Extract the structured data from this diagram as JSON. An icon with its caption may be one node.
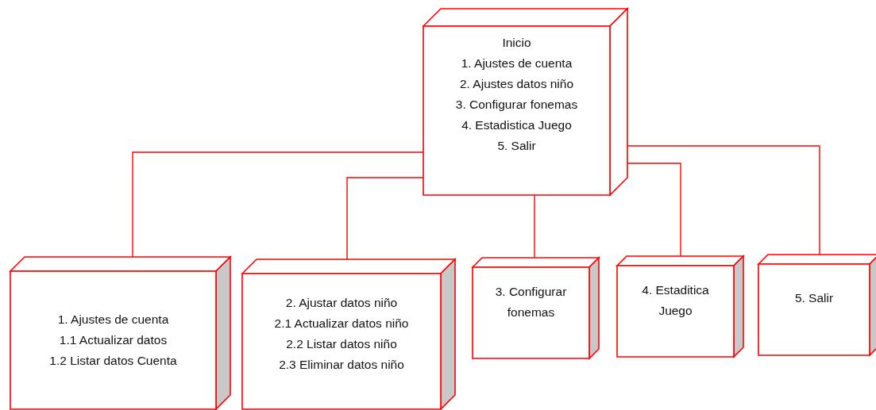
{
  "diagram": {
    "nodes": [
      {
        "text": [
          "Inicio",
          "1. Ajustes de cuenta",
          "2. Ajustes datos niño",
          "3. Configurar fonemas",
          "4. Estadistica Juego",
          "5. Salir"
        ]
      },
      {
        "text": [
          "1. Ajustes de cuenta",
          "1.1 Actualizar datos",
          "1.2 Listar datos Cuenta"
        ]
      },
      {
        "text": [
          "2. Ajustar datos niño",
          "2.1 Actualizar datos niño",
          "2.2 Listar datos niño",
          "2.3 Eliminar datos niño"
        ]
      },
      {
        "text": [
          "3. Configurar fonemas"
        ]
      },
      {
        "text": [
          "4. Estaditica Juego"
        ]
      },
      {
        "text": [
          "5. Salir"
        ]
      }
    ],
    "edges": [
      {
        "from": 0,
        "to": 1,
        "arrow": "none"
      },
      {
        "from": 0,
        "to": 2,
        "arrow": "none"
      },
      {
        "from": 0,
        "to": 3,
        "arrow": "none"
      },
      {
        "from": 0,
        "to": 4,
        "arrow": "none"
      },
      {
        "from": 0,
        "to": 5,
        "arrow": "none"
      }
    ]
  }
}
